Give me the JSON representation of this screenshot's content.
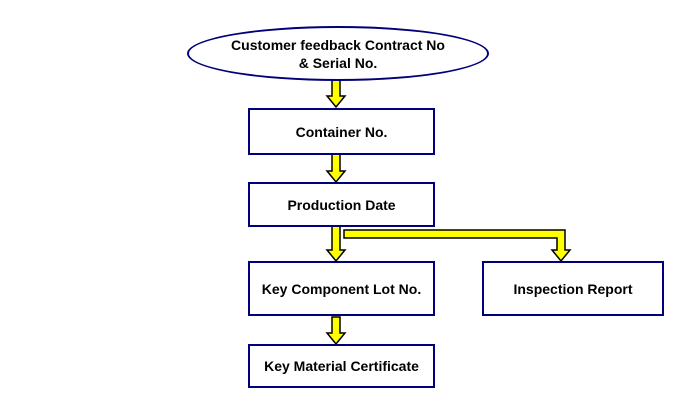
{
  "diagram": {
    "nodes": {
      "start_line1": "Customer feedback Contract No",
      "start_line2": "& Serial No.",
      "container": "Container No.",
      "production_date": "Production Date",
      "key_component": "Key Component Lot No.",
      "inspection_report": "Inspection Report",
      "key_material": "Key Material Certificate"
    },
    "colors": {
      "border": "#00007a",
      "arrow_fill": "#ffff00",
      "arrow_stroke": "#000000",
      "text": "#000000",
      "background": "#ffffff"
    }
  }
}
